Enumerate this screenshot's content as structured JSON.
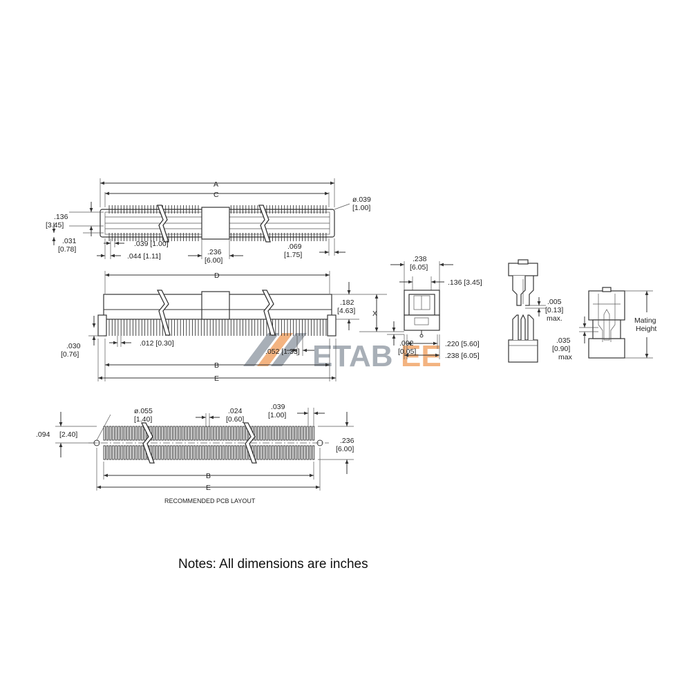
{
  "colors": {
    "line": "#333333",
    "wm_orange": "#f2a66b",
    "wm_gray": "#9aa2ab"
  },
  "watermark": {
    "text_main": "ETAB",
    "text_accent": "EE"
  },
  "top_view": {
    "dim_A": "A",
    "dim_C": "C",
    "dia_039": "ø.039",
    "dia_039_mm": "[1.00]",
    "d136": ".136",
    "d136_mm": "[3.45]",
    "d031": ".031",
    "d031_mm": "[0.78]",
    "d039": ".039 [1.00]",
    "d044": ".044 [1.11]",
    "d236": ".236",
    "d236_mm": "[6.00]",
    "d069": ".069",
    "d069_mm": "[1.75]"
  },
  "front_view": {
    "dim_D": "D",
    "dim_B": "B",
    "dim_E": "E",
    "d182": ".182",
    "d182_mm": "[4.63]",
    "dim_X": "X",
    "d030": ".030",
    "d030_mm": "[0.76]",
    "d012": ".012 [0.30]",
    "d052": ".052 [1.33]"
  },
  "side_view": {
    "d238": ".238",
    "d238_mm": "[6.05]",
    "d136": ".136 [3.45]",
    "d002": ".002",
    "d002_mm": "[0.05]",
    "d220": ".220 [5.60]",
    "d238b": ".238 [6.05]"
  },
  "mating": {
    "d005": ".005",
    "d005_mm": "[0.13]",
    "d005_max": "max.",
    "d035": ".035",
    "d035_mm": "[0.90]",
    "d035_max": "max",
    "mating_line1": "Mating",
    "mating_line2": "Height"
  },
  "pcb": {
    "dia055": "ø.055",
    "dia055_mm": "[1.40]",
    "d024": ".024",
    "d024_mm": "[0.60]",
    "d039": ".039",
    "d039_mm": "[1.00]",
    "d094": ".094",
    "d094_mm": "[2.40]",
    "d236": ".236",
    "d236_mm": "[6.00]",
    "dim_B": "B",
    "dim_E": "E",
    "caption": "RECOMMENDED PCB LAYOUT"
  },
  "notes": "Notes: All dimensions are inches"
}
